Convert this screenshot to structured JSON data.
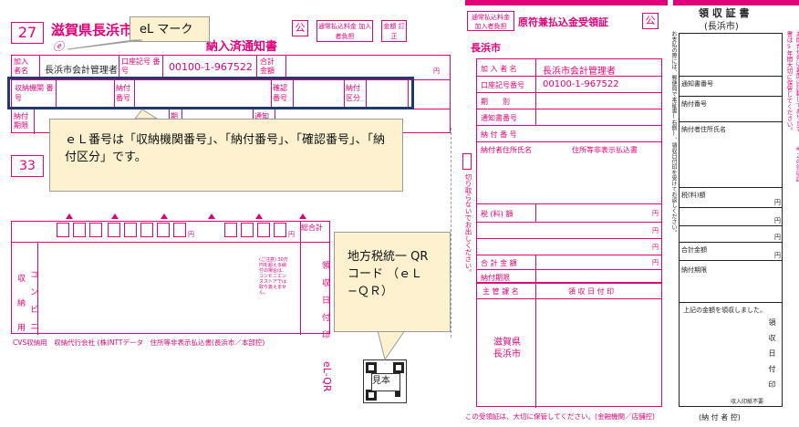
{
  "left_form": {
    "number_top": "27",
    "title_prefix": "滋賀県長浜市",
    "title_suffix": "納入済通知書",
    "seal_kou": "公",
    "fee_label": "通常払込料金 加入者負担",
    "amount_correct": "金額 訂正",
    "payer_label": "加入 者名",
    "payer_value": "長浜市会計管理者",
    "account_label": "口座記号 番号",
    "account_value": "00100-1-967522",
    "total_label": "合計 金額",
    "yen": "円",
    "shuno_label": "収納機関 番号",
    "nofu_no_label": "納付 番号",
    "kakunin_label": "確認 番号",
    "nofu_kubun_label": "納付 区分",
    "nofu_kigen_label": "納付 期限",
    "kikan_label": "期 別",
    "tsuchi_label": "通知 書番号",
    "number_mid": "33",
    "soukei_label": "総合計",
    "shuno_side": "収 納 用",
    "convenience": "コ ン ビ ニ",
    "ryoshu_stamp": "領 収 日 付 印",
    "footer": "CVS収納用　収納代行会社 (株)NTTデータ　住所等非表示払込書(長浜市／本部控)",
    "barcode_note": "(ご注意) 30万円を超える納付の場合は、コンビニエンスストアでは取り扱えません。",
    "el_qr_vertical": "eL-QR",
    "sample": "見本"
  },
  "callouts": {
    "el_mark": "eL マーク",
    "el_number": "ｅＬ番号は「収納機関番号」、「納付番号」、「確認番号」、「納付区分」です。",
    "qr_code": "地方税統一 QR コード （ｅＬ−ＱＲ）"
  },
  "middle_form": {
    "fee_label": "通常払込料金 加入者負担",
    "title": "原符兼払込金受領証",
    "seal_kou": "公",
    "city": "長浜市",
    "payer_label": "加 入 者 名",
    "payer_value": "長浜市会計管理者",
    "account_label": "口座記号番号",
    "account_value": "00100-1-967522",
    "kikan_label": "期　　別",
    "tsuchi_label": "通知書番号",
    "nofu_no_label": "納 付 番 号",
    "address_label": "納付者住所氏名",
    "address_value": "住所等非表示払込書",
    "tax_label": "税 (料) 額",
    "yen": "円",
    "total_label": "合 計 金 額",
    "kigen_label": "納付期限",
    "shukan_label": "主 管 課 名",
    "ryoshu_label": "領 収 日 付 印",
    "dept": "滋賀県 長浜市",
    "side_cut": "切り取らないでお出しください。",
    "footer": "この受領証は、大切に保管してください。(金融機関／店舗控)"
  },
  "right_form": {
    "title": "領 収 証 書",
    "subtitle": "(長浜市)",
    "notice_col": "お支払の際には、郵便局で本証書(右側)、領収日付印を受けてお返しください。",
    "tsuchi": "通知書番号",
    "nofu_no": "納付番号",
    "name": "納付者住所氏名",
    "tax": "税(料)額",
    "yen": "円",
    "total": "合計金額",
    "kigen": "納付期限",
    "received": "上記の金額を領収しました。",
    "stamp": "領 収 日 付 印",
    "inshi": "収入印紙不要",
    "nofu_hikae": "(納 付 者 控)",
    "side_note": "お問合せ先は裏面に記載しております。 ※この領収証書は5年間大切に保管してください。"
  }
}
